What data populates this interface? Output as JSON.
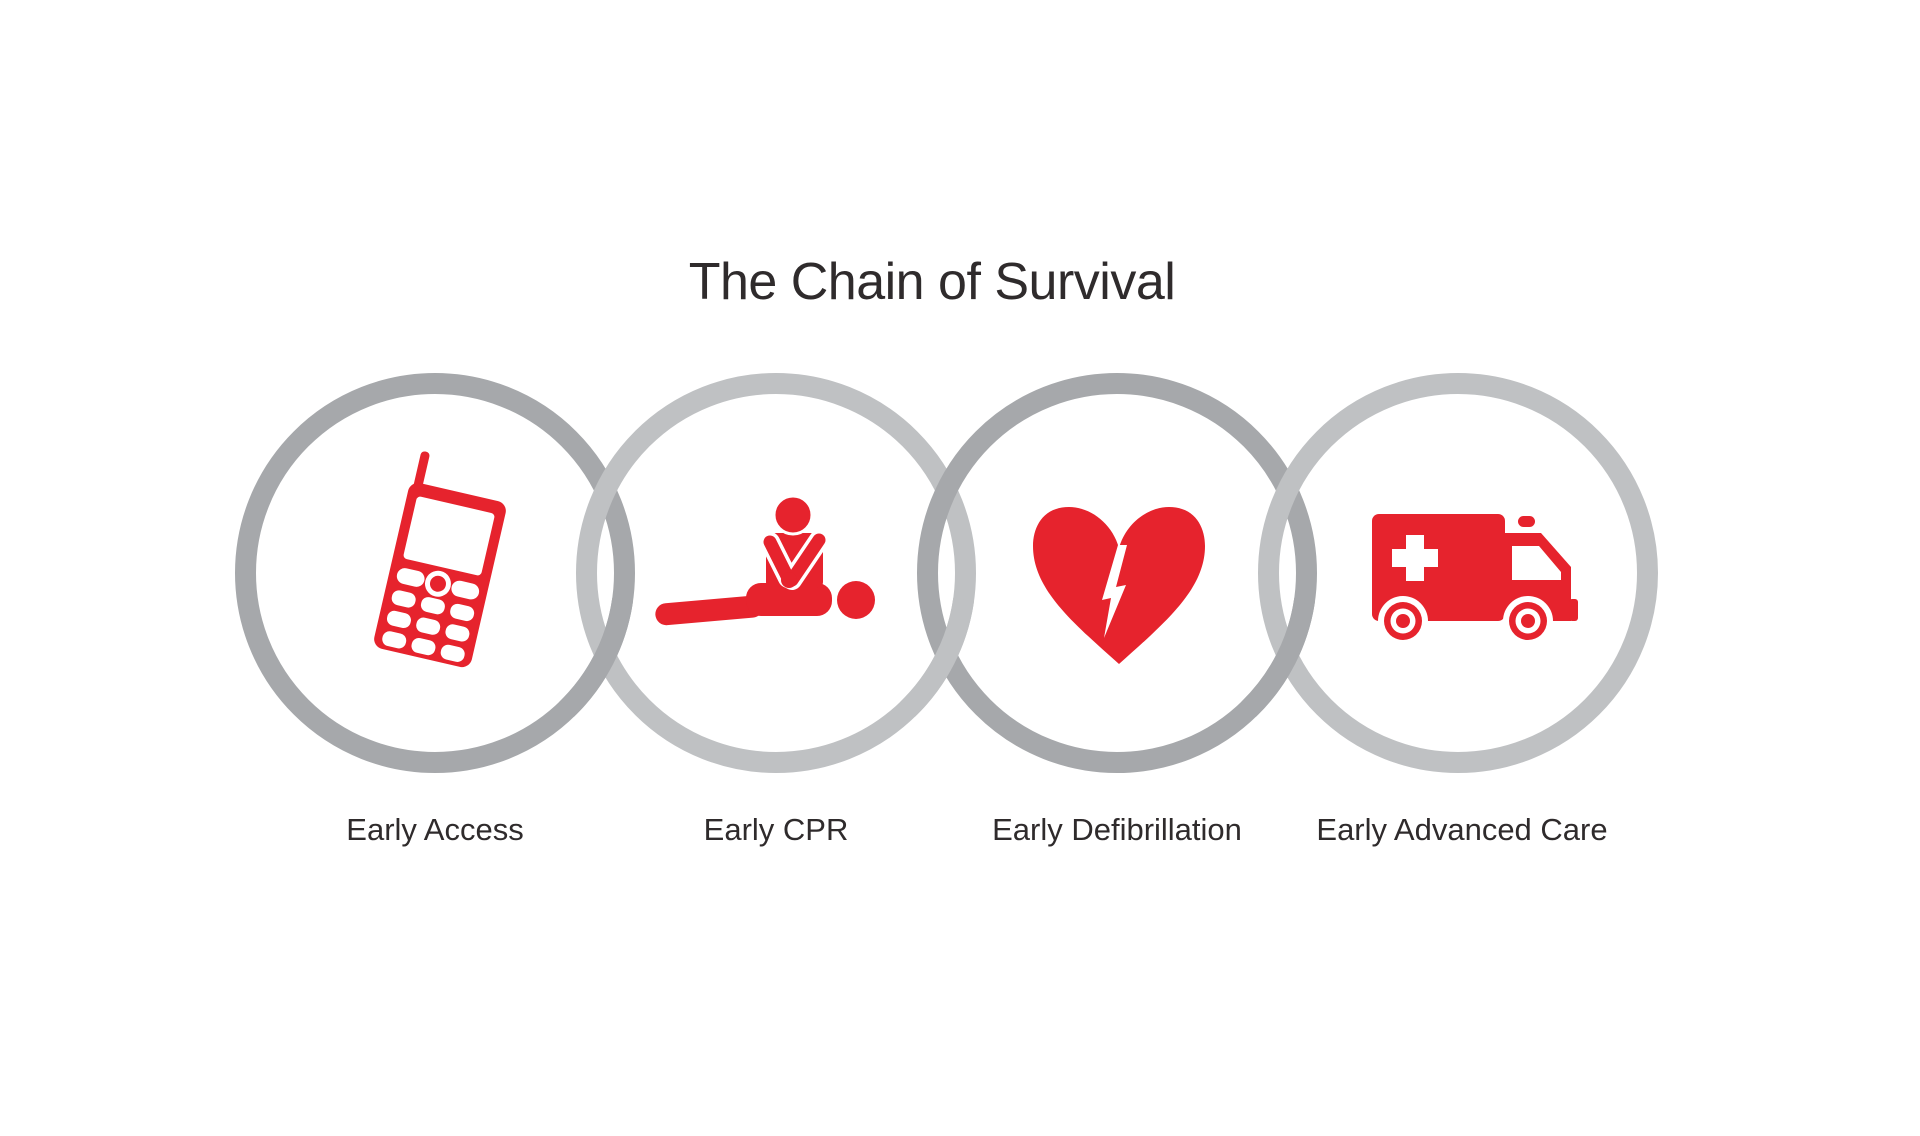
{
  "title": "The Chain of Survival",
  "links": [
    {
      "label": "Early Access",
      "icon": "mobile-phone-icon",
      "ring_color": "#a6a8ab"
    },
    {
      "label": "Early CPR",
      "icon": "cpr-icon",
      "ring_color": "#bfc1c3"
    },
    {
      "label": "Early Defibrillation",
      "icon": "heart-shock-icon",
      "ring_color": "#a6a8ab"
    },
    {
      "label": "Early Advanced Care",
      "icon": "ambulance-icon",
      "ring_color": "#bfc1c3"
    }
  ],
  "colors": {
    "icon_red": "#e6232d",
    "text": "#2f2b2c",
    "background": "#ffffff",
    "ring_dark": "#a6a8ab",
    "ring_light": "#bfc1c3"
  }
}
